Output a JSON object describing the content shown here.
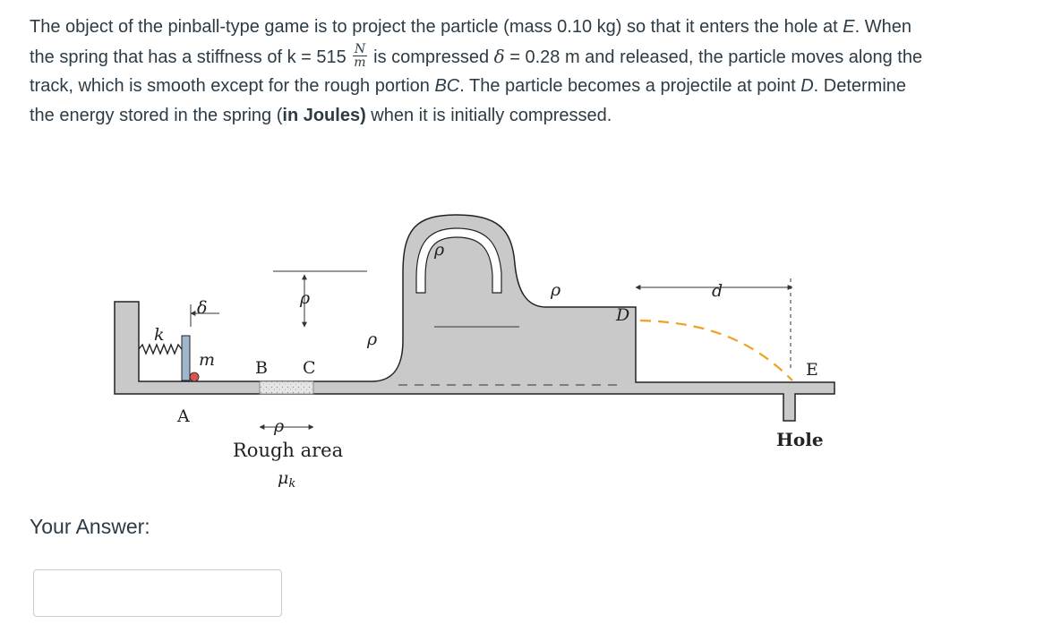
{
  "question": {
    "p1": "The object of the pinball-type game is to project the particle (mass 0.10 kg) so that it enters the hole at ",
    "E1": "E",
    "p2": ".  When the spring that has a stiffness of k = 515 ",
    "unit_num": "N",
    "unit_den": "m",
    "p3": " is compressed ",
    "delta": "δ",
    "p4": " = 0.28 m and released, the particle moves along the track, which is smooth except for the rough portion ",
    "BC": "BC",
    "p5": ".  The particle becomes a projectile at point ",
    "D": "D",
    "p6": ".  Determine the energy stored in the spring (",
    "bold": "in Joules)",
    "p7": " when it is initially compressed."
  },
  "figure": {
    "label_delta": "δ",
    "label_k": "k",
    "label_m": "m",
    "label_A": "A",
    "label_B": "B",
    "label_C": "C",
    "label_D": "D",
    "label_E": "E",
    "label_d": "d",
    "label_rho": "ρ",
    "label_rough": "Rough area",
    "label_mu": "μ",
    "label_mu_sub": "k",
    "label_hole": "Hole"
  },
  "answer": {
    "label": "Your Answer:",
    "value": ""
  }
}
